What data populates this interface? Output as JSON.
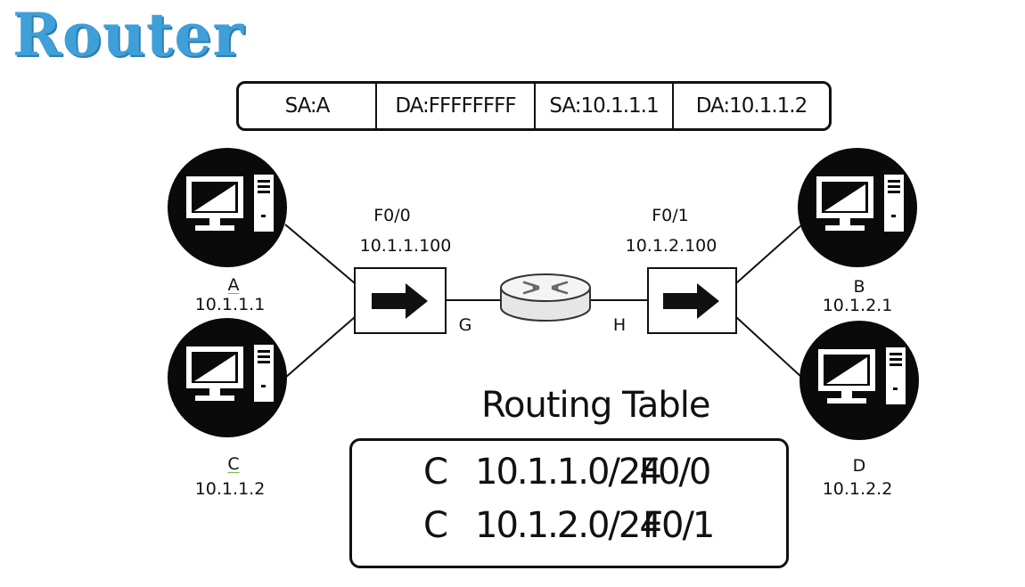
{
  "title": "Router",
  "header": {
    "cells": [
      "SA:A",
      "DA:FFFFFFFF",
      "SA:10.1.1.1",
      "DA:10.1.1.2"
    ]
  },
  "interfaces": {
    "f00": {
      "name": "F0/0",
      "ip": "10.1.1.100"
    },
    "f01": {
      "name": "F0/1",
      "ip": "10.1.2.100"
    }
  },
  "links": {
    "g": "G",
    "h": "H"
  },
  "hosts": {
    "a": {
      "name": "A",
      "ip": "10.1.1.1"
    },
    "c": {
      "name": "C",
      "ip": "10.1.1.2"
    },
    "b": {
      "name": "B",
      "ip": "10.1.2.1"
    },
    "d": {
      "name": "D",
      "ip": "10.1.2.2"
    }
  },
  "routing_table": {
    "title": "Routing Table",
    "rows": [
      {
        "code": "C",
        "network": "10.1.1.0/24",
        "interface": "F0/0"
      },
      {
        "code": "C",
        "network": "10.1.2.0/24",
        "interface": "F0/1"
      }
    ]
  },
  "colors": {
    "title": "#3f9fd8",
    "underline": "#6cc24a",
    "line": "#111111"
  }
}
